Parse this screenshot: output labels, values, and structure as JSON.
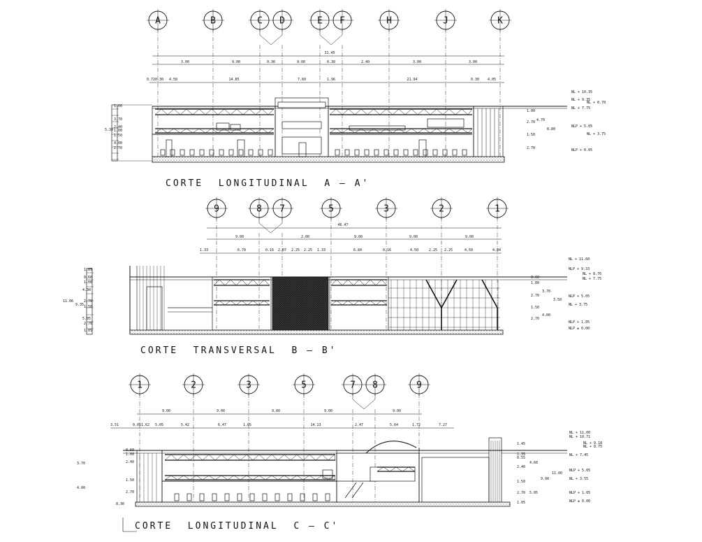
{
  "sections": [
    {
      "id": "a",
      "title": "CORTE  LONGITUDINAL  A – A'",
      "axes": [
        "A",
        "B",
        "C",
        "D",
        "E",
        "F",
        "H",
        "J",
        "K"
      ],
      "total": "31.45",
      "dims": [
        "3.00",
        "9.00",
        "0.30",
        "9.00",
        "0.30",
        "2.40",
        "3.00",
        "3.00"
      ],
      "dims2": [
        "0.720.30",
        "4.58",
        "14.85",
        "7.60",
        "1.96",
        "21.94",
        "0.30",
        "4.05"
      ],
      "levels": [
        "NL + 10.35",
        "NL + 9.35",
        "NL + 8.78",
        "NL + 7.75",
        "NLP + 5.05",
        "NL + 3.75",
        "NLP + 0.05"
      ],
      "left_dims": [
        "5.30",
        "1.00",
        "3.70",
        "2.40",
        "1.00",
        "1.50",
        "4.00",
        "2.70"
      ],
      "right_dims": [
        "1.00",
        "2.70",
        "1.50",
        "2.70",
        "4.70",
        "8.80"
      ]
    },
    {
      "id": "b",
      "title": "CORTE  TRANSVERSAL  B – B'",
      "axes": [
        "9",
        "8",
        "7",
        "5",
        "3",
        "2",
        "1"
      ],
      "total": "46.47",
      "dims": [
        "9.00",
        "2.00",
        "9.00",
        "9.00",
        "9.00"
      ],
      "dims2": [
        "1.33",
        "6.70",
        "0.16",
        "2.07",
        "2.25",
        "2.25",
        "1.33",
        "6.84",
        "0.16",
        "4.50",
        "2.25",
        "2.25",
        "4.50",
        "4.84"
      ],
      "levels": [
        "NL + 11.60",
        "NLP + 9.33",
        "NL + 8.76",
        "NL + 7.75",
        "NLP + 5.05",
        "NL + 3.75",
        "NLP + 1.05",
        "NLP ± 0.00"
      ],
      "left_dims": [
        "11.06",
        "9.35",
        "1.85",
        "0.60",
        "1.00",
        "4.30",
        "2.70",
        "1.50",
        "5.05",
        "2.70",
        "1.05"
      ],
      "right_dims": [
        "0.60",
        "1.00",
        "2.70",
        "1.50",
        "2.70",
        "3.70",
        "4.00",
        "3.50"
      ]
    },
    {
      "id": "c",
      "title": "CORTE  LONGITUDINAL  C – C'",
      "axes": [
        "1",
        "2",
        "3",
        "5",
        "7",
        "8",
        "9"
      ],
      "dims": [
        "9.00",
        "9.00",
        "9.00",
        "9.00",
        "9.00"
      ],
      "dims2": [
        "3.51",
        "0.05",
        "1.62",
        "5.05",
        "5.42",
        "6.47",
        "1.05",
        "14.13",
        "2.47",
        "5.64",
        "1.72",
        "7.27"
      ],
      "levels": [
        "NL + 11.00",
        "NL + 10.71",
        "NL + 9.18",
        "NL + 8.75",
        "NL + 7.45",
        "NLP + 5.05",
        "NL + 3.55",
        "NLP + 1.05",
        "NLP ± 0.00"
      ],
      "left_dims": [
        "8.30",
        "3.70",
        "4.00",
        "0.60",
        "1.00",
        "2.40",
        "1.50",
        "2.70"
      ],
      "right_dims": [
        "1.45",
        "1.35",
        "0.55",
        "2.40",
        "1.50",
        "2.70",
        "1.05",
        "4.60",
        "9.90",
        "11.00",
        "5.05"
      ]
    }
  ]
}
